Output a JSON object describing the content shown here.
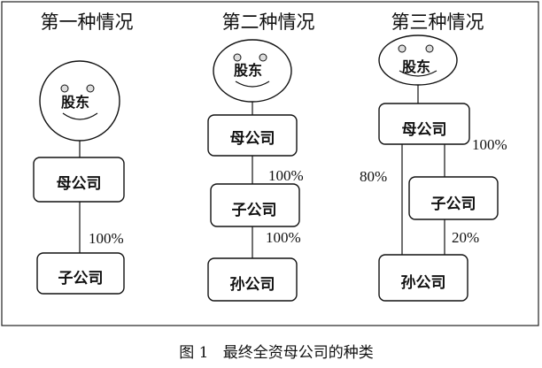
{
  "scenarios": [
    {
      "title": "第一种情况",
      "shareholder": "股东",
      "parent": "母公司",
      "subsidiary": "子公司",
      "parent_to_sub": "100%"
    },
    {
      "title": "第二种情况",
      "shareholder": "股东",
      "parent": "母公司",
      "subsidiary": "子公司",
      "grandchild": "孙公司",
      "parent_to_sub": "100%",
      "sub_to_grandchild": "100%"
    },
    {
      "title": "第三种情况",
      "shareholder": "股东",
      "parent": "母公司",
      "subsidiary": "子公司",
      "grandchild": "孙公司",
      "parent_to_sub": "100%",
      "parent_to_grandchild": "80%",
      "sub_to_grandchild": "20%"
    }
  ],
  "caption": "图 1   最终全资母公司的种类"
}
